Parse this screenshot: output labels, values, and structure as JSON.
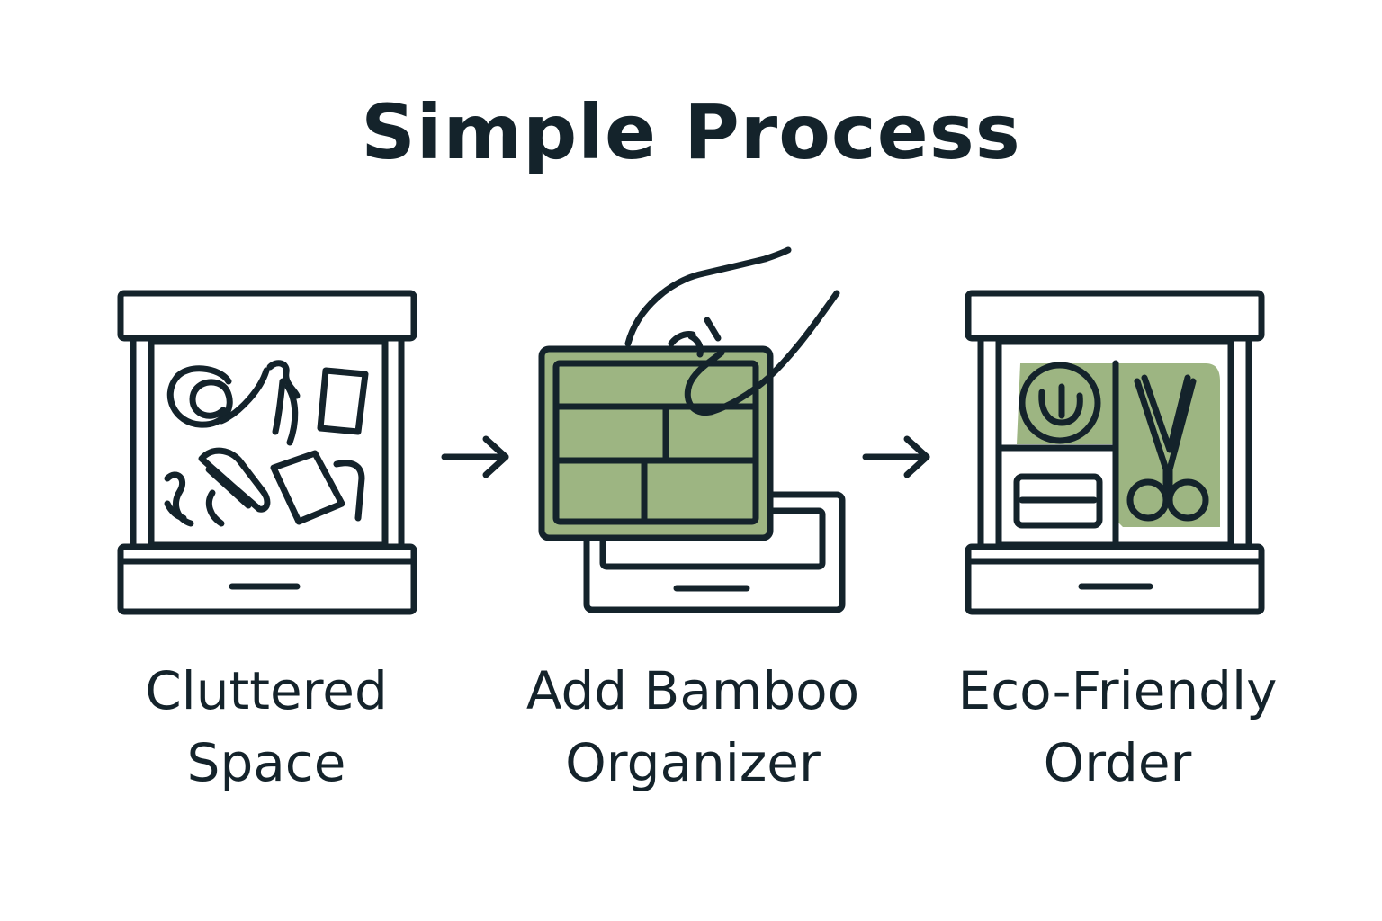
{
  "title": "Simple Process",
  "colors": {
    "ink": "#14232b",
    "bamboo": "#9db582",
    "background": "#ffffff"
  },
  "steps": [
    {
      "icon": "cluttered-drawer-icon",
      "label_line1": "Cluttered",
      "label_line2": "Space"
    },
    {
      "icon": "hand-adding-organizer-icon",
      "label_line1": "Add Bamboo",
      "label_line2": "Organizer"
    },
    {
      "icon": "organized-drawer-icon",
      "label_line1": "Eco-Friendly",
      "label_line2": "Order"
    }
  ],
  "connectors": [
    {
      "icon": "arrow-right-icon"
    },
    {
      "icon": "arrow-right-icon"
    }
  ]
}
